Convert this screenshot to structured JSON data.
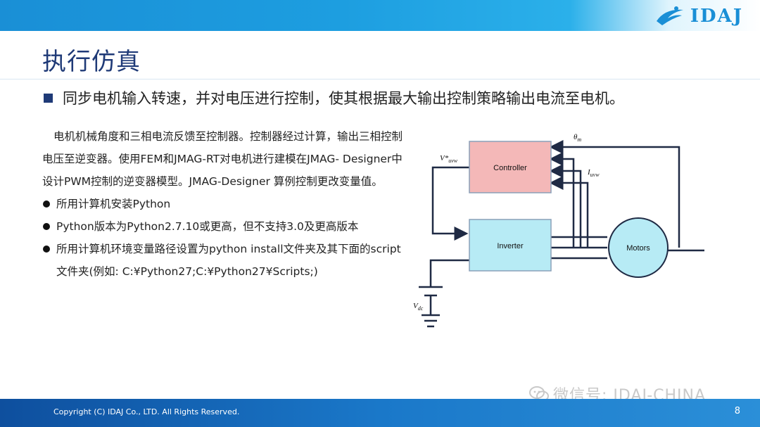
{
  "brand": {
    "logo_text": "IDAJ"
  },
  "title": "执行仿真",
  "headline": "同步电机输入转速，并对电压进行控制，使其根据最大输出控制策略输出电流至电机。",
  "body": {
    "paragraph": "电机机械角度和三相电流反馈至控制器。控制器经过计算，输出三相控制电压至逆变器。使用FEM和JMAG-RT对电机进行建模在JMAG- Designer中设计PWM控制的逆变器模型。JMAG-Designer 算例控制更改变量值。",
    "bullets": [
      "所用计算机安装Python",
      "Python版本为Python2.7.10或更高，但不支持3.0及更高版本",
      "所用计算机环境变量路径设置为python install文件夹及其下面的script文件夹(例如: C:¥Python27;C:¥Python27¥Scripts;)"
    ]
  },
  "diagram": {
    "blocks": {
      "controller": "Controller",
      "inverter": "Inverter",
      "motor": "Motors"
    },
    "labels": {
      "theta": "θ",
      "theta_sub": "m",
      "vstar": "V*",
      "vstar_sub": "uvw",
      "i": "I",
      "i_sub": "uvw",
      "vdc": "V",
      "vdc_sub": "dc"
    },
    "colors": {
      "controller_fill": "#f4b8b8",
      "inverter_fill": "#b7ebf5",
      "motor_fill": "#b7ebf5",
      "wire": "#1f2a44"
    }
  },
  "watermark": "微信号: IDAJ-CHINA",
  "footer": {
    "copyright": "Copyright (C)  IDAJ Co., LTD. All Rights Reserved.",
    "page_number": "8"
  }
}
